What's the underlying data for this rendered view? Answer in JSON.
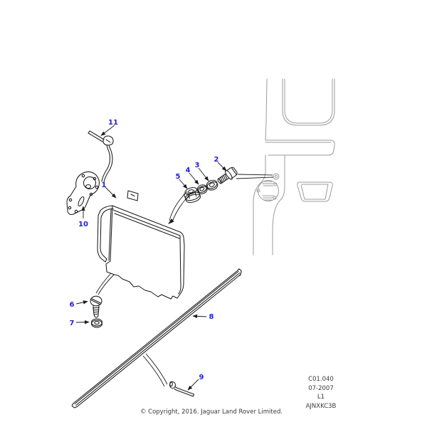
{
  "diagram": {
    "callouts": [
      {
        "label": "1"
      },
      {
        "label": "2"
      },
      {
        "label": "3"
      },
      {
        "label": "4"
      },
      {
        "label": "5"
      },
      {
        "label": "6"
      },
      {
        "label": "7"
      },
      {
        "label": "8"
      },
      {
        "label": "9"
      },
      {
        "label": "10"
      },
      {
        "label": "11"
      }
    ],
    "colors": {
      "callout_blue": "#2222cc",
      "part_line": "#1b1b1b",
      "body_line": "#9b9b9b",
      "background": "#ffffff"
    }
  },
  "footer": {
    "code_lines": [
      "C01.040",
      "07-2007",
      "L1",
      "AJNXKC3B"
    ],
    "copyright": "© Copyright, 2016. Jaguar Land Rover Limited."
  }
}
